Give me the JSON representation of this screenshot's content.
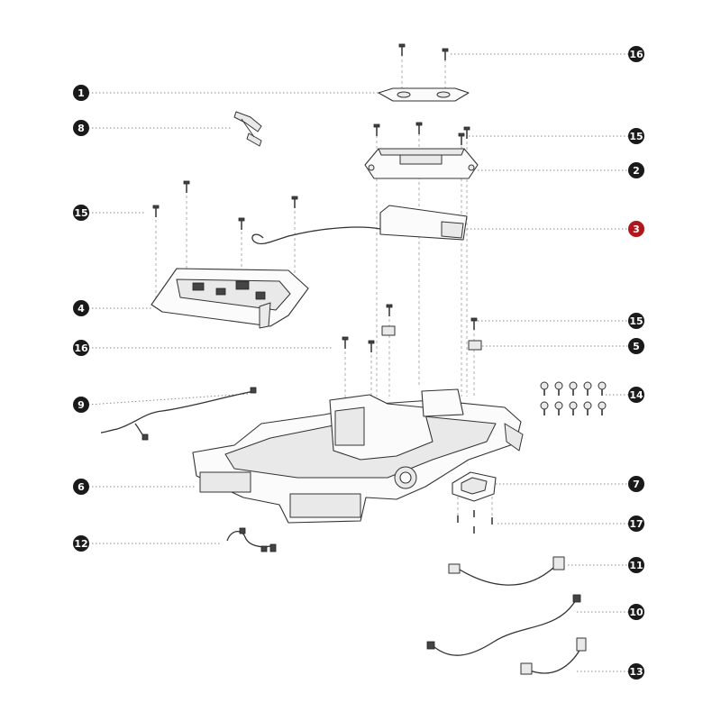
{
  "colors": {
    "callout_fill": "#1a1a1a",
    "callout_highlight": "#b0171b",
    "callout_text": "#ffffff",
    "line_art": "#333333",
    "leader_line": "#8a8a8a"
  },
  "callouts": [
    {
      "id": "c1",
      "label": "1"
    },
    {
      "id": "c2",
      "label": "2"
    },
    {
      "id": "c3",
      "label": "3",
      "highlight": true
    },
    {
      "id": "c4",
      "label": "4"
    },
    {
      "id": "c5",
      "label": "5"
    },
    {
      "id": "c6",
      "label": "6"
    },
    {
      "id": "c7",
      "label": "7"
    },
    {
      "id": "c8",
      "label": "8"
    },
    {
      "id": "c9",
      "label": "9"
    },
    {
      "id": "c10",
      "label": "10"
    },
    {
      "id": "c11",
      "label": "11"
    },
    {
      "id": "c12",
      "label": "12"
    },
    {
      "id": "c13",
      "label": "13"
    },
    {
      "id": "c14",
      "label": "14"
    },
    {
      "id": "c15a",
      "label": "15"
    },
    {
      "id": "c15b",
      "label": "15"
    },
    {
      "id": "c15c",
      "label": "15"
    },
    {
      "id": "c16a",
      "label": "16"
    },
    {
      "id": "c16b",
      "label": "16"
    },
    {
      "id": "c17",
      "label": "17"
    }
  ]
}
